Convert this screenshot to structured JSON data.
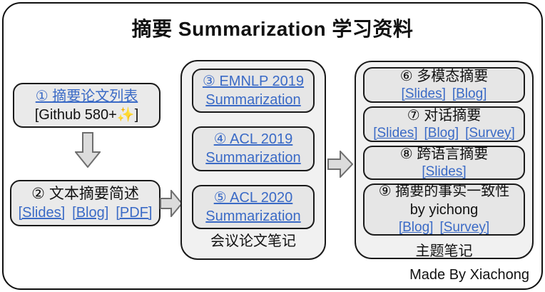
{
  "title": "摘要 Summarization 学习资料",
  "credit": "Made By Xiachong",
  "left_flow": {
    "box1": {
      "link": "① 摘要论文列表",
      "caption": "[Github 580+✨]"
    },
    "box2": {
      "title": "② 文本摘要简述",
      "links": [
        "[Slides]",
        "[Blog]",
        "[PDF]"
      ]
    }
  },
  "conference_notes": {
    "caption": "会议论文笔记",
    "boxes": [
      {
        "link": "③ EMNLP 2019 Summarization"
      },
      {
        "link": "④ ACL 2019 Summarization"
      },
      {
        "link": "⑤ ACL 2020 Summarization"
      }
    ]
  },
  "topic_notes": {
    "caption": "主题笔记",
    "boxes": [
      {
        "title": "⑥ 多模态摘要",
        "links": [
          "[Slides]",
          "[Blog]"
        ]
      },
      {
        "title": "⑦ 对话摘要",
        "links": [
          "[Slides]",
          "[Blog]",
          "[Survey]"
        ]
      },
      {
        "title": "⑧ 跨语言摘要",
        "links": [
          "[Slides]"
        ]
      },
      {
        "title": "⑨ 摘要的事实一致性",
        "subtitle": "by yichong",
        "links": [
          "[Blog]",
          "[Survey]"
        ]
      }
    ]
  },
  "icons": {
    "down_arrow": "block-arrow-down",
    "right_arrow": "block-arrow-right",
    "sparkles": "✨"
  },
  "colors": {
    "link_blue": "#3a6ac6",
    "box_fill": "#e6e6e6",
    "group_fill": "#f1f1f1",
    "left_box_fill": "#eaeaea",
    "arrow_fill": "#dcdcdc",
    "arrow_stroke": "#6e6e6e",
    "border": "#1a1a1a"
  }
}
